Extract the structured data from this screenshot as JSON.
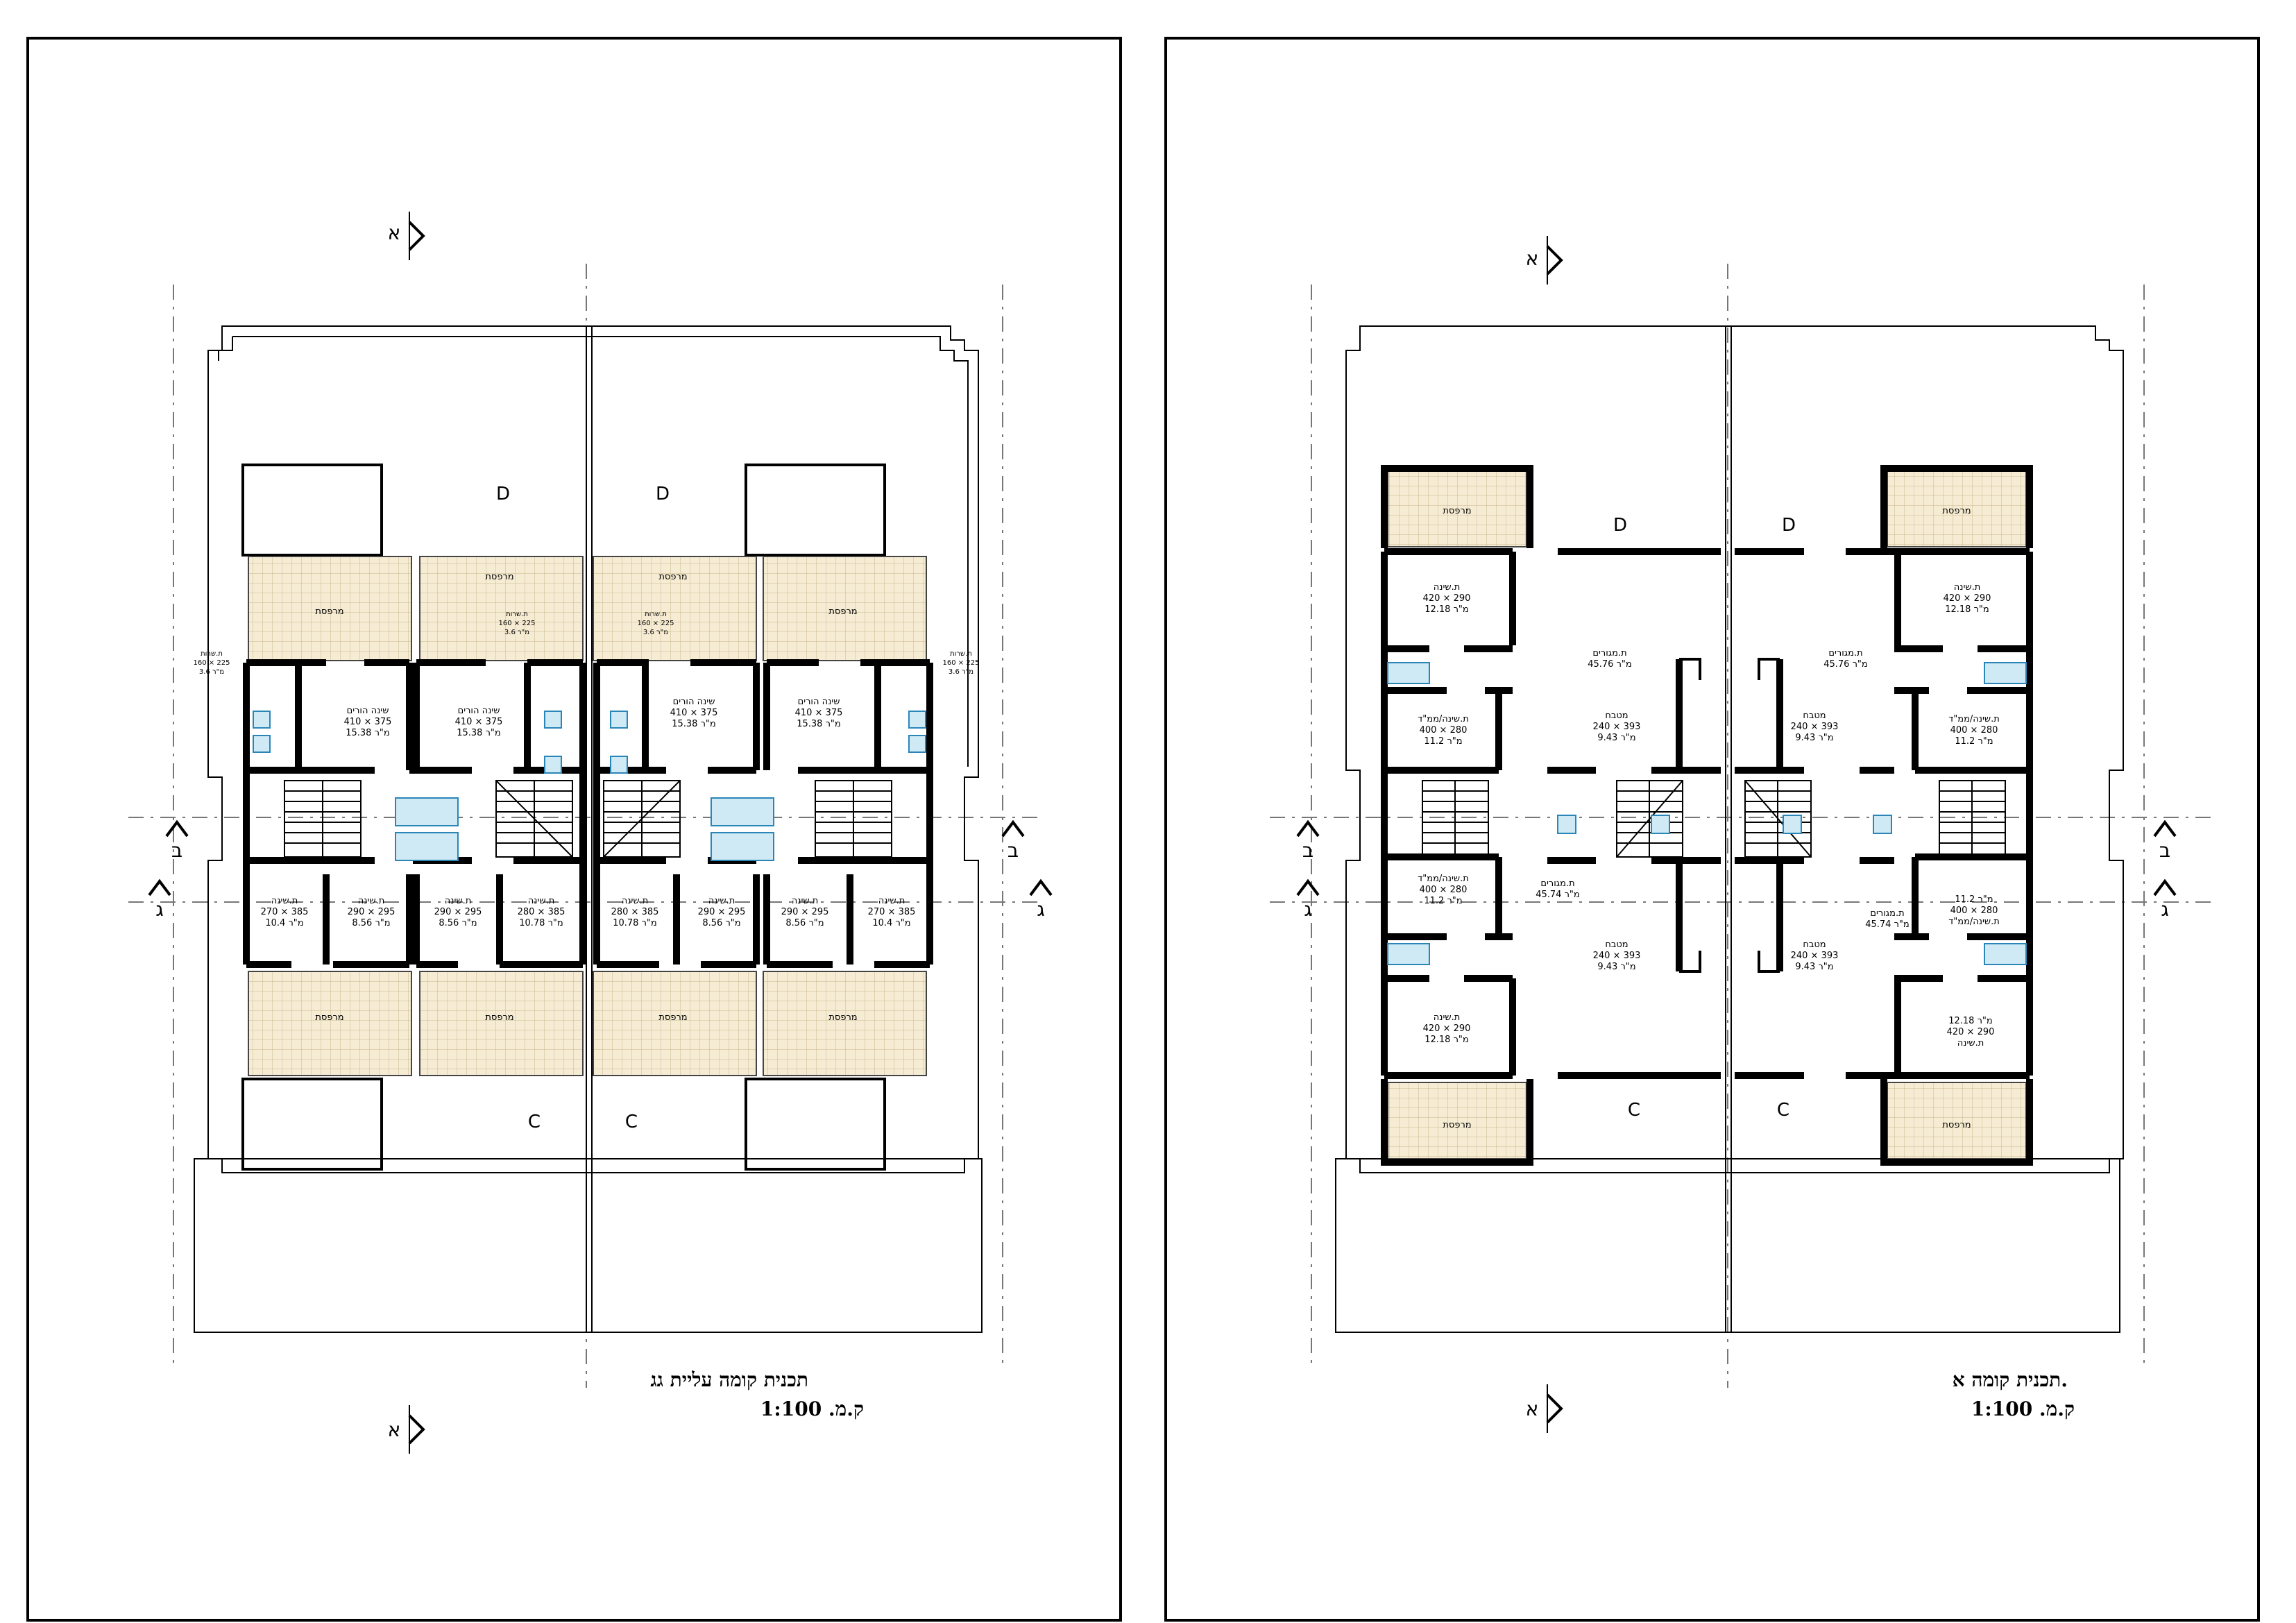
{
  "sheets": [
    {
      "id": "roof-plan",
      "title": "תכנית קומה עליית גג",
      "scale": "ק.מ. 1:100",
      "unit_labels_top": [
        "D",
        "D"
      ],
      "unit_labels_bottom": [
        "C",
        "C"
      ],
      "section_marks": {
        "a_top": "א",
        "a_bottom": "א",
        "b_left": "ב",
        "b_right": "ב",
        "g_left": "ג",
        "g_right": "ג"
      },
      "rooms": [
        {
          "name": "מרפסת"
        },
        {
          "name": "מרפסת"
        },
        {
          "name": "מרפסת"
        },
        {
          "name": "מרפסת"
        },
        {
          "name": "שינה הורים",
          "dim": "410 × 375",
          "area": "15.38 מ\"ר"
        },
        {
          "name": "שינה הורים",
          "dim": "410 × 375",
          "area": "15.38 מ\"ר"
        },
        {
          "name": "שינה הורים",
          "dim": "410 × 375",
          "area": "15.38 מ\"ר"
        },
        {
          "name": "שינה הורים",
          "dim": "410 × 375",
          "area": "15.38 מ\"ר"
        },
        {
          "name": "ת.שרות",
          "dim": "160 × 225",
          "area": "3.6 מ\"ר"
        },
        {
          "name": "ת.שרות",
          "dim": "160 × 225",
          "area": "3.6 מ\"ר"
        },
        {
          "name": "ת.שרות",
          "dim": "160 × 225",
          "area": "3.6 מ\"ר"
        },
        {
          "name": "ת.שרות",
          "dim": "160 × 225",
          "area": "3.6 מ\"ר"
        },
        {
          "name": "ת.שינה",
          "dim": "270 × 385",
          "area": "10.4 מ\"ר"
        },
        {
          "name": "ת.שינה",
          "dim": "290 × 295",
          "area": "8.56 מ\"ר"
        },
        {
          "name": "ת.שינה",
          "dim": "290 × 295",
          "area": "8.56 מ\"ר"
        },
        {
          "name": "ת.שינה",
          "dim": "280 × 385",
          "area": "10.78 מ\"ר"
        },
        {
          "name": "ת.שינה",
          "dim": "280 × 385",
          "area": "10.78 מ\"ר"
        },
        {
          "name": "ת.שינה",
          "dim": "290 × 295",
          "area": "8.56 מ\"ר"
        },
        {
          "name": "ת.שינה",
          "dim": "290 × 295",
          "area": "8.56 מ\"ר"
        },
        {
          "name": "ת.שינה",
          "dim": "270 × 385",
          "area": "10.4 מ\"ר"
        },
        {
          "name": "מרפסת"
        },
        {
          "name": "מרפסת"
        },
        {
          "name": "מרפסת"
        },
        {
          "name": "מרפסת"
        }
      ]
    },
    {
      "id": "first-floor",
      "title": "תכנית קומה א.",
      "scale": "ק.מ. 1:100",
      "unit_labels_top": [
        "D",
        "D"
      ],
      "unit_labels_bottom": [
        "C",
        "C"
      ],
      "section_marks": {
        "a_top": "א",
        "a_bottom": "א",
        "b_left": "ב",
        "b_right": "ב",
        "g_left": "ג",
        "g_right": "ג"
      },
      "rooms": [
        {
          "name": "מרפסת"
        },
        {
          "name": "מרפסת"
        },
        {
          "name": "ת.שינה",
          "dim": "420 × 290",
          "area": "12.18 מ\"ר"
        },
        {
          "name": "ת.שינה",
          "dim": "420 × 290",
          "area": "12.18 מ\"ר"
        },
        {
          "name": "ת.מגורים",
          "area": "45.76 מ\"ר"
        },
        {
          "name": "ת.מגורים",
          "area": "45.76 מ\"ר"
        },
        {
          "name": "ת.שינה/ממ\"ד",
          "dim": "400 × 280",
          "area": "11.2 מ\"ר"
        },
        {
          "name": "ת.שינה/ממ\"ד",
          "dim": "400 × 280",
          "area": "11.2 מ\"ר"
        },
        {
          "name": "מטבח",
          "dim": "240 × 393",
          "area": "9.43 מ\"ר"
        },
        {
          "name": "מטבח",
          "dim": "240 × 393",
          "area": "9.43 מ\"ר"
        },
        {
          "name": "ת.שינה/ממ\"ד",
          "dim": "400 × 280",
          "area": "11.2 מ\"ר"
        },
        {
          "name": "ת.שינה/ממ\"ד",
          "dim": "400 × 280",
          "area": "11.2 מ\"ר"
        },
        {
          "name": "ת.מגורים",
          "area": "45.74 מ\"ר"
        },
        {
          "name": "ת.מגורים",
          "area": "45.74 מ\"ר"
        },
        {
          "name": "מטבח",
          "dim": "240 × 393",
          "area": "9.43 מ\"ר"
        },
        {
          "name": "מטבח",
          "dim": "240 × 393",
          "area": "9.43 מ\"ר"
        },
        {
          "name": "ת.שינה",
          "dim": "420 × 290",
          "area": "12.18 מ\"ר"
        },
        {
          "name": "ת.שינה",
          "dim": "420 × 290",
          "area": "12.18 מ\"ר"
        },
        {
          "name": "מרפסת"
        },
        {
          "name": "מרפסת"
        }
      ]
    }
  ]
}
